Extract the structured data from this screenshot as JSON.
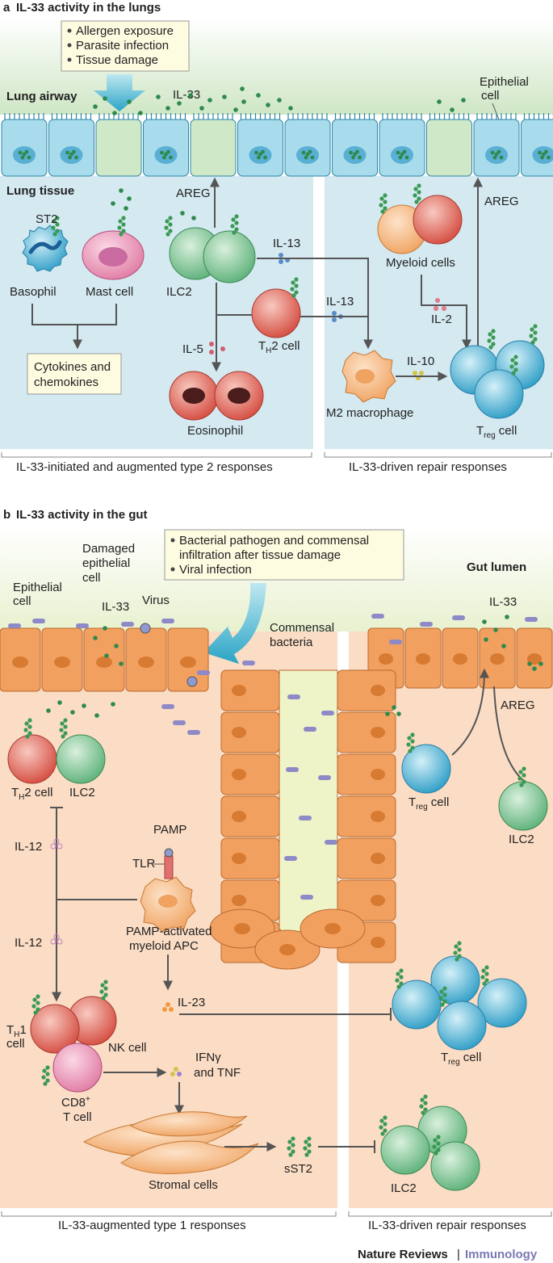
{
  "panel_a": {
    "title_letter": "a",
    "title": "IL-33 activity in the lungs",
    "triggers": [
      "Allergen exposure",
      "Parasite infection",
      "Tissue damage"
    ],
    "labels": {
      "lung_airway": "Lung airway",
      "lung_tissue": "Lung tissue",
      "il33": "IL-33",
      "epithelial_1": "Epithelial",
      "epithelial_2": "cell",
      "areg_left": "AREG",
      "areg_right": "AREG",
      "st2": "ST2",
      "basophil": "Basophil",
      "mast_cell": "Mast cell",
      "ilc2": "ILC2",
      "il13_a": "IL-13",
      "il13_b": "IL-13",
      "th_prefix": "T",
      "th_sub": "H",
      "th2_suffix": "2 cell",
      "il5": "IL-5",
      "cytokines_1": "Cytokines and",
      "cytokines_2": "chemokines",
      "eosinophil": "Eosinophil",
      "myeloid": "Myeloid cells",
      "il2": "IL-2",
      "il10": "IL-10",
      "m2": "M2 macrophage",
      "treg_prefix": "T",
      "treg_sub": "reg",
      "treg_suffix": " cell"
    },
    "footer_left": "IL-33-initiated and augmented type 2 responses",
    "footer_right": "IL-33-driven repair responses"
  },
  "panel_b": {
    "title_letter": "b",
    "title": "IL-33 activity in the gut",
    "triggers": [
      "Bacterial pathogen and commensal",
      "infiltration after tissue damage",
      "Viral infection"
    ],
    "labels": {
      "gut_lumen": "Gut lumen",
      "epithelial_1": "Epithelial",
      "epithelial_2": "cell",
      "damaged_1": "Damaged",
      "damaged_2": "epithelial",
      "damaged_3": "cell",
      "il33_left": "IL-33",
      "virus": "Virus",
      "commensal_1": "Commensal",
      "commensal_2": "bacteria",
      "il33_right": "IL-33",
      "areg": "AREG",
      "th_prefix": "T",
      "th_sub": "H",
      "th2_suffix": "2 cell",
      "ilc2_left": "ILC2",
      "il12_a": "IL-12",
      "il12_b": "IL-12",
      "pamp": "PAMP",
      "tlr": "TLR",
      "apc_1": "PAMP-activated",
      "apc_2": "myeloid APC",
      "th1_prefix": "T",
      "th1_sub": "H",
      "th1_suffix": "1",
      "th1_cell": "cell",
      "nk": "NK cell",
      "cd8_1": "CD8",
      "cd8_sup": "+",
      "cd8_2": "T cell",
      "il23": "IL-23",
      "ifn_1": "IFNγ",
      "ifn_2": "and TNF",
      "stromal": "Stromal cells",
      "sst2": "sST2",
      "treg_prefix": "T",
      "treg_sub": "reg",
      "treg_suffix": " cell",
      "ilc2_right_top": "ILC2",
      "ilc2_right_bottom": "ILC2"
    },
    "footer_left": "IL-33-augmented type 1 responses",
    "footer_right": "IL-33-driven repair responses"
  },
  "credit": {
    "journal": "Nature Reviews",
    "separator": "|",
    "subject": "Immunology"
  }
}
